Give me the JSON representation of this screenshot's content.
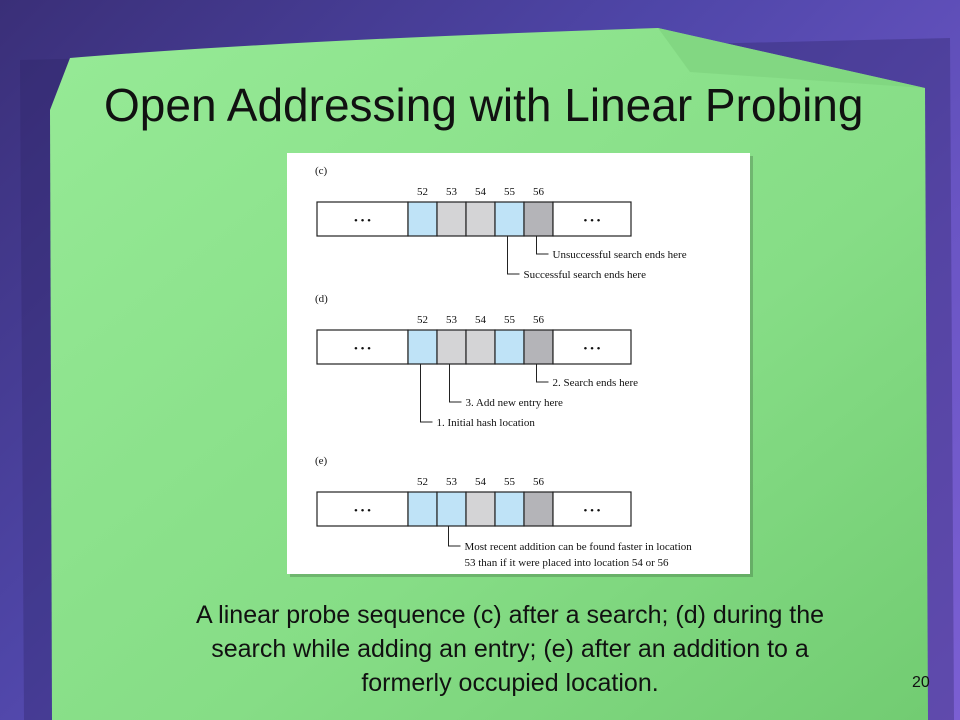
{
  "slide": {
    "title": "Open Addressing with Linear Probing",
    "caption_lines": [
      "A linear probe sequence (c) after a search; (d) during the",
      "search while adding an entry; (e) after an addition to a",
      "formerly occupied location."
    ],
    "page_number": "20"
  },
  "colors": {
    "slide_green": "#8fe48f",
    "slide_green_dark": "#77cf77",
    "cell_blue": "#bfe3f7",
    "cell_light_gray": "#d4d4d6",
    "cell_dark_gray": "#b4b4b8",
    "cell_white": "#ffffff"
  },
  "figure": {
    "ellipsis": "• • •",
    "panels": [
      {
        "label": "(c)",
        "indices": [
          "52",
          "53",
          "54",
          "55",
          "56"
        ],
        "cell_colors": [
          "blue",
          "light-gray",
          "light-gray",
          "blue",
          "dark-gray"
        ],
        "annotations": [
          {
            "text": "Unsuccessful search ends here",
            "cell": 4
          },
          {
            "text": "Successful search ends here",
            "cell": 3
          }
        ]
      },
      {
        "label": "(d)",
        "indices": [
          "52",
          "53",
          "54",
          "55",
          "56"
        ],
        "cell_colors": [
          "blue",
          "light-gray",
          "light-gray",
          "blue",
          "dark-gray"
        ],
        "annotations": [
          {
            "text": "2. Search ends here",
            "cell": 4
          },
          {
            "text": "3.  Add new entry here",
            "cell": 1
          },
          {
            "text": "1.  Initial hash location",
            "cell": 0
          }
        ]
      },
      {
        "label": "(e)",
        "indices": [
          "52",
          "53",
          "54",
          "55",
          "56"
        ],
        "cell_colors": [
          "blue",
          "blue",
          "light-gray",
          "blue",
          "dark-gray"
        ],
        "annotations": [
          {
            "text": "Most recent addition can be found faster in location",
            "cell": 1
          },
          {
            "text": "53 than if it were placed into location 54 or 56",
            "cell": 1
          }
        ]
      }
    ]
  }
}
